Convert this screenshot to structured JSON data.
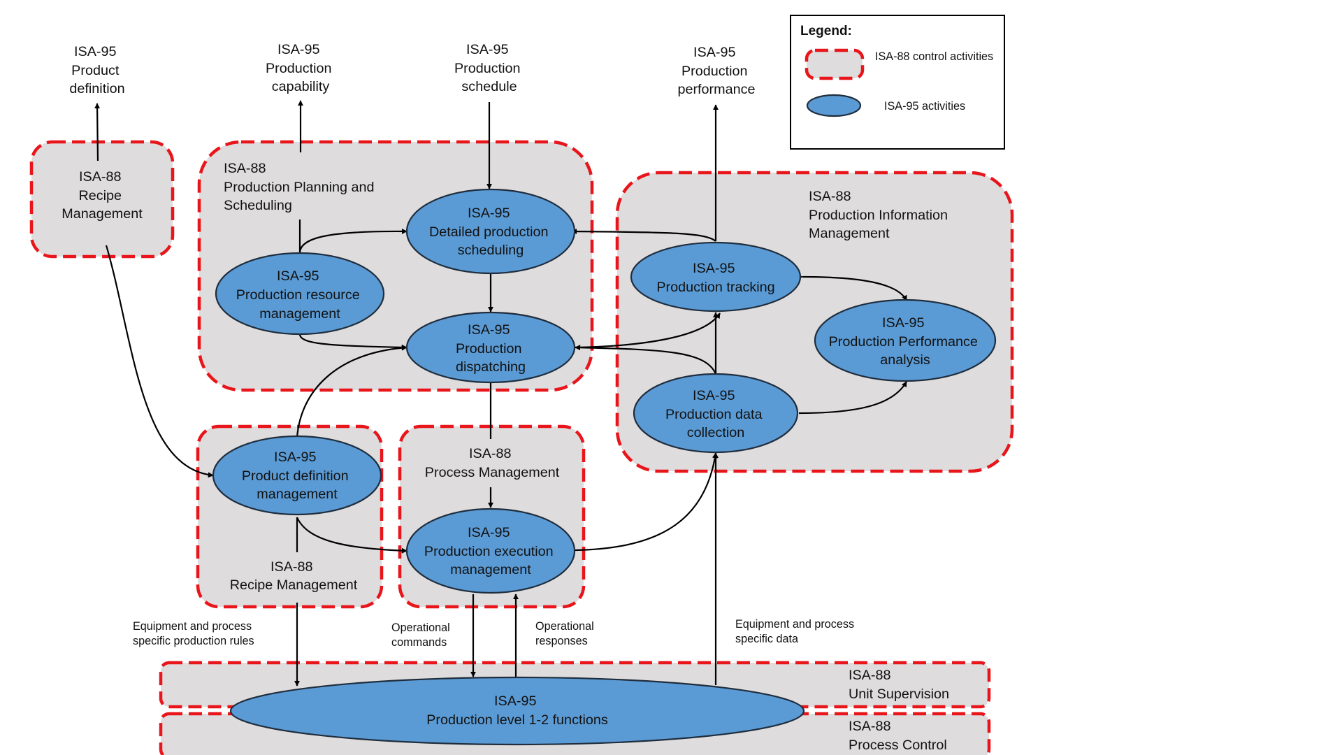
{
  "colors": {
    "isa88_fill": "#dedcdc",
    "isa88_border": "#e8151b",
    "isa95_fill": "#5b9bd5",
    "isa95_border": "#1f2d3d",
    "arrow": "#000000"
  },
  "legend": {
    "title": "Legend:",
    "isa88_label": "ISA-88 control activities",
    "isa95_label": "ISA-95 activities"
  },
  "outputs": {
    "product_definition": [
      "ISA-95",
      "Product",
      "definition"
    ],
    "production_capability": [
      "ISA-95",
      "Production",
      "capability"
    ],
    "production_schedule": [
      "ISA-95",
      "Production",
      "schedule"
    ],
    "production_performance": [
      "ISA-95",
      "Production",
      "performance"
    ]
  },
  "isa88": {
    "recipe_mgmt_top": [
      "ISA-88",
      "Recipe",
      "Management"
    ],
    "planning": [
      "ISA-88",
      "Production Planning and",
      "Scheduling"
    ],
    "info_mgmt": [
      "ISA-88",
      "Production Information",
      "Management"
    ],
    "recipe_mgmt_bottom": [
      "ISA-88",
      "Recipe Management"
    ],
    "process_mgmt": [
      "ISA-88",
      "Process Management"
    ],
    "unit_supervision": [
      "ISA-88",
      "Unit Supervision"
    ],
    "process_control": [
      "ISA-88",
      "Process Control"
    ]
  },
  "isa95": {
    "resource_mgmt": [
      "ISA-95",
      "Production resource",
      "management"
    ],
    "detailed_scheduling": [
      "ISA-95",
      "Detailed production",
      "scheduling"
    ],
    "dispatching": [
      "ISA-95",
      "Production",
      "dispatching"
    ],
    "tracking": [
      "ISA-95",
      "Production tracking"
    ],
    "performance_analysis": [
      "ISA-95",
      "Production Performance",
      "analysis"
    ],
    "data_collection": [
      "ISA-95",
      "Production data",
      "collection"
    ],
    "product_def_mgmt": [
      "ISA-95",
      "Product definition",
      "management"
    ],
    "execution_mgmt": [
      "ISA-95",
      "Production execution",
      "management"
    ],
    "level_1_2": [
      "ISA-95",
      "Production level 1-2 functions"
    ]
  },
  "edge_labels": {
    "rules": [
      "Equipment and process",
      "specific production rules"
    ],
    "commands": [
      "Operational",
      "commands"
    ],
    "responses": [
      "Operational",
      "responses"
    ],
    "data": [
      "Equipment and process",
      "specific data"
    ]
  }
}
